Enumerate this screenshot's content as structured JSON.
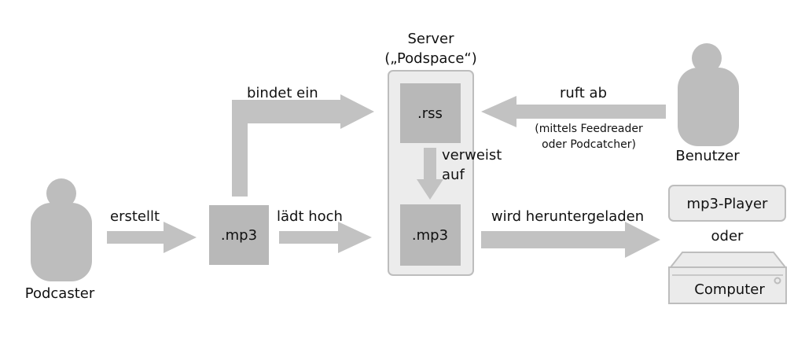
{
  "colors": {
    "arrow": "#c2c2c2",
    "box": "#b8b8b8",
    "server_bg": "#ececec",
    "server_border": "#bdbdbd",
    "person": "#bdbdbd",
    "device_bg": "#ebebeb",
    "device_border": "#bdbdbd",
    "text": "#111111"
  },
  "podcaster": {
    "label": "Podcaster",
    "icon": "person-icon"
  },
  "user": {
    "label": "Benutzer",
    "icon": "person-icon"
  },
  "server": {
    "title_line1": "Server",
    "title_line2": "(„Podspace“)",
    "rss_label": ".rss",
    "mp3_label": ".mp3"
  },
  "local_file": {
    "label": ".mp3"
  },
  "arrows": {
    "creates": "erstellt",
    "uploads": "lädt hoch",
    "embeds": "bindet ein",
    "refers_line1": "verweist",
    "refers_line2": "auf",
    "fetches": "ruft ab",
    "fetches_note_line1": "(mittels Feedreader",
    "fetches_note_line2": "oder Podcatcher)",
    "downloaded": "wird heruntergeladen"
  },
  "devices": {
    "player_label": "mp3-Player",
    "or_label": "oder",
    "computer_label": "Computer",
    "computer_icon": "computer-icon"
  }
}
